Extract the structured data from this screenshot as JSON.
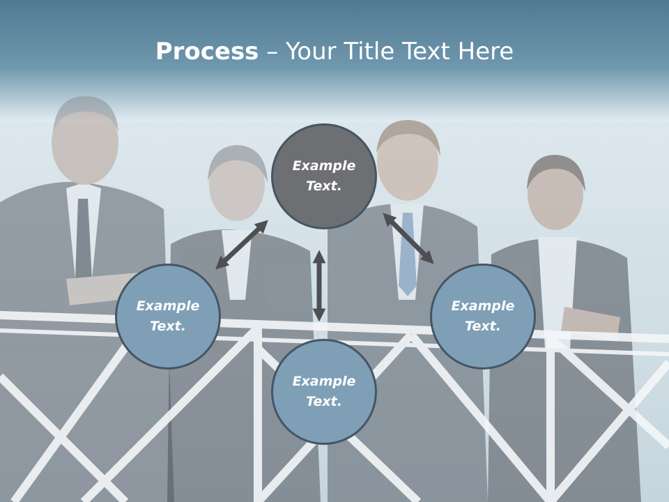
{
  "title": {
    "bold": "Process",
    "rest": " – Your Title Text Here"
  },
  "nodes": {
    "top": "Example\nText.",
    "left": "Example\nText.",
    "right": "Example\nText.",
    "bottom": "Example\nText."
  },
  "colors": {
    "top_node": "#6d6f72",
    "satellite_node": "#7f9fb6",
    "node_border": "#455565",
    "arrow": "#4d4f52",
    "header_band": "#5f879f"
  },
  "background": "photo of four business people in suits leaning on a white railing"
}
